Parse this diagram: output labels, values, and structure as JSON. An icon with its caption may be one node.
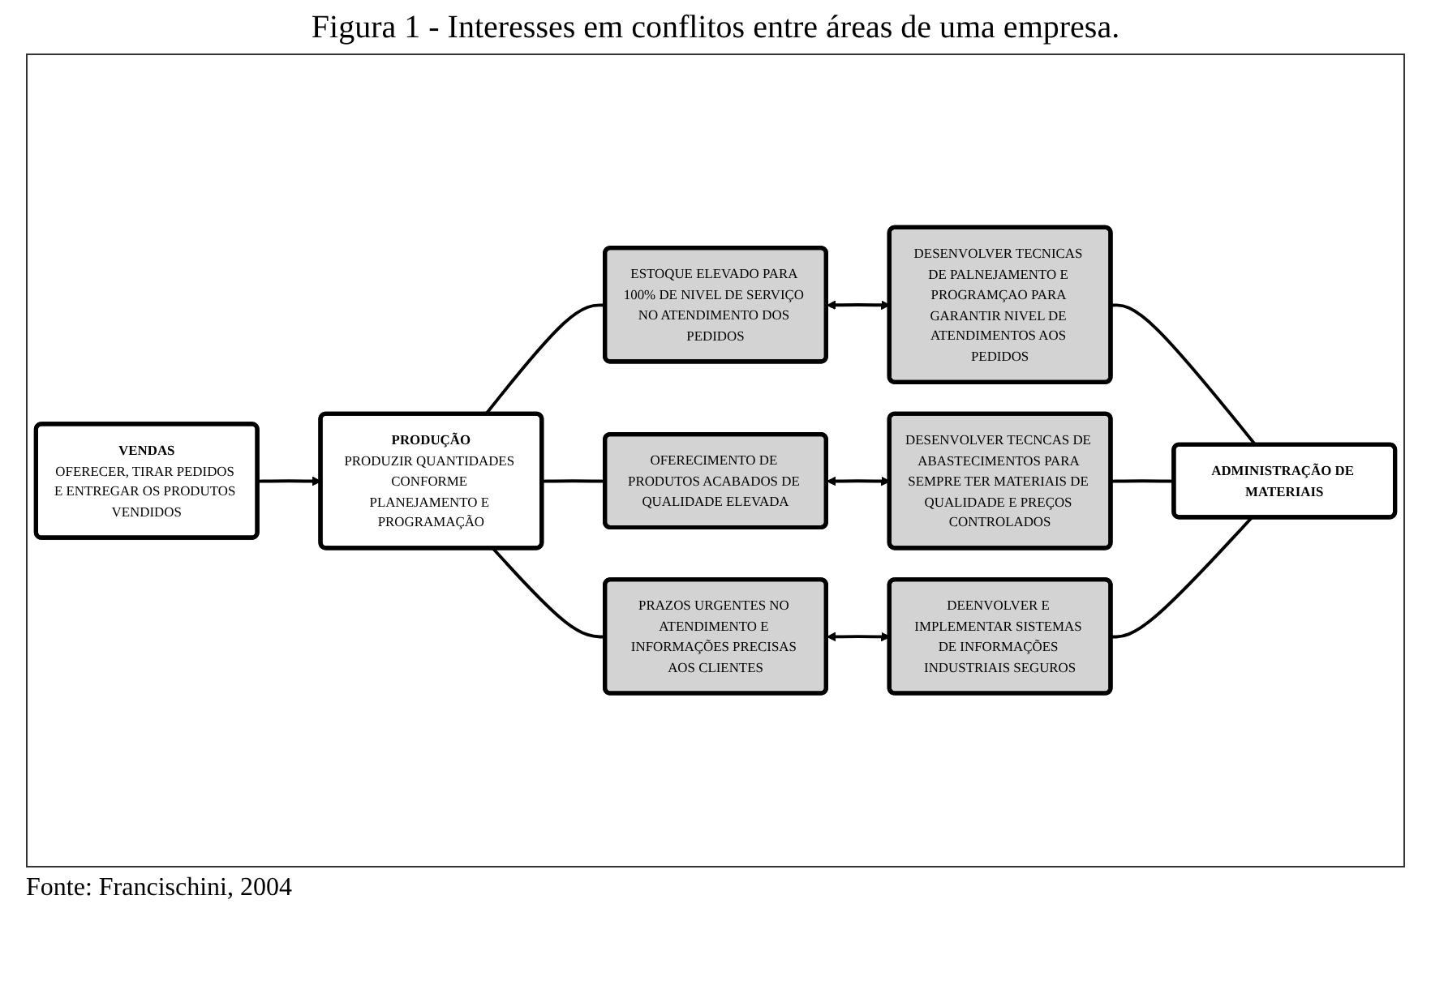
{
  "diagram": {
    "title": "Figura 1 - Interesses em conflitos entre áreas de uma empresa.",
    "caption": "Fonte: Francischini, 2004",
    "nodes": [
      {
        "text": [
          "PRODUÇÃO",
          "PRODUZIR QUANTIDADES CONFORME PLANEJAMENTO E PROGRAMAÇÃO"
        ]
      },
      {
        "text": [
          "VENDAS",
          "OFERECER, TIRAR PEDIDOS E ENTREGAR OS PRODUTOS VENDIDOS"
        ]
      },
      {
        "text": [
          "ADMINISTRAÇÃO DE MATERIAIS"
        ]
      },
      {
        "text": [
          "ESTOQUE ELEVADO PARA 100% DE NIVEL DE SERVIÇO NO ATENDIMENTO DOS PEDIDOS"
        ]
      },
      {
        "text": [
          "OFERECIMENTO DE PRODUTOS ACABADOS DE QUALIDADE ELEVADA"
        ]
      },
      {
        "text": [
          "PRAZOS URGENTES NO ATENDIMENTO E INFORMAÇÕES PRECISAS AOS CLIENTES"
        ]
      },
      {
        "text": [
          "DESENVOLVER TECNICAS DE PALNEJAMENTO E PROGRAMÇAO PARA GARANTIR NIVEL DE ATENDIMENTOS AOS PEDIDOS"
        ]
      },
      {
        "text": [
          "DESENVOLVER TECNCAS DE ABASTECIMENTOS PARA SEMPRE TER MATERIAIS DE QUALIDADE E PREÇOS CONTROLADOS"
        ]
      },
      {
        "text": [
          "DEENVOLVER E IMPLEMENTAR SISTEMAS DE INFORMAÇÕES INDUSTRIAIS SEGUROS"
        ]
      }
    ],
    "edges": [
      {
        "from": 1,
        "to": 0,
        "arrow": "to"
      },
      {
        "from": 0,
        "to": 3,
        "arrow": "none"
      },
      {
        "from": 0,
        "to": 4,
        "arrow": "none"
      },
      {
        "from": 0,
        "to": 5,
        "arrow": "none"
      },
      {
        "from": 6,
        "to": 2,
        "arrow": "none"
      },
      {
        "from": 7,
        "to": 2,
        "arrow": "none"
      },
      {
        "from": 8,
        "to": 2,
        "arrow": "none"
      },
      {
        "from": 3,
        "to": 6,
        "arrow": "both"
      },
      {
        "from": 4,
        "to": 7,
        "arrow": "both"
      },
      {
        "from": 5,
        "to": 8,
        "arrow": "both"
      }
    ]
  }
}
